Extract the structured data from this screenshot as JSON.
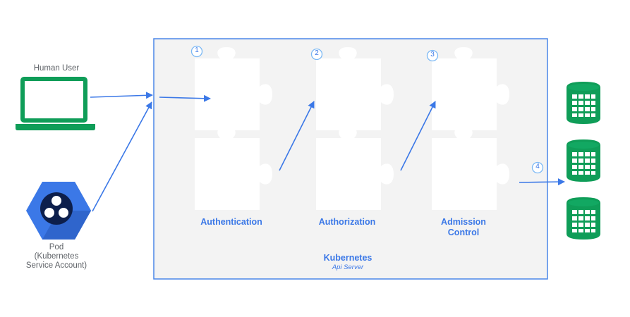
{
  "actors": {
    "human_user": "Human User",
    "pod_lines": [
      "Pod",
      "(Kubernetes",
      "Service Account)"
    ]
  },
  "server": {
    "title": "Kubernetes",
    "subtitle": "Api Server"
  },
  "steps": [
    {
      "number": "1",
      "lines": [
        "Authentication"
      ]
    },
    {
      "number": "2",
      "lines": [
        "Authorization"
      ]
    },
    {
      "number": "3",
      "lines": [
        "Admission",
        "Control"
      ]
    },
    {
      "number": "4",
      "lines": []
    }
  ],
  "colors": {
    "accent": "#3b78e7",
    "box_fill": "#f3f3f3",
    "puzzle": "#ffffff",
    "laptop": "#0f9d58",
    "database": "#0f9d58",
    "pod_hex": "#3b78e7",
    "label_gray": "#5f6368"
  },
  "icons": [
    "laptop-icon",
    "pod-hexagon-icon",
    "puzzle-piece-icon",
    "database-icon"
  ]
}
